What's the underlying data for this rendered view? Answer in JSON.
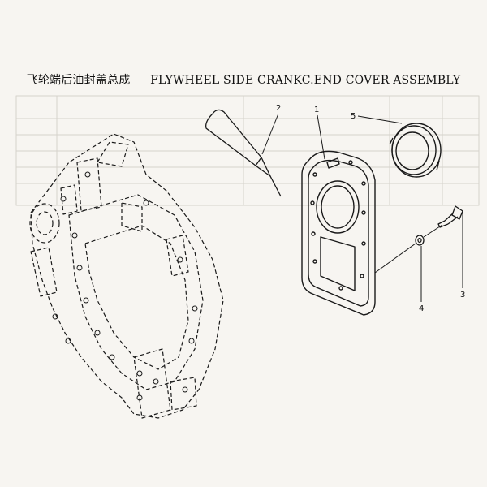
{
  "header": {
    "title_cn": "飞轮端后油封盖总成",
    "title_en": "FLYWHEEL SIDE CRANKC.END COVER ASSEMBLY"
  },
  "callouts": [
    "1",
    "2",
    "3",
    "4",
    "5"
  ],
  "colors": {
    "paper": "#f7f5f1",
    "ink": "#1a1a1a"
  }
}
